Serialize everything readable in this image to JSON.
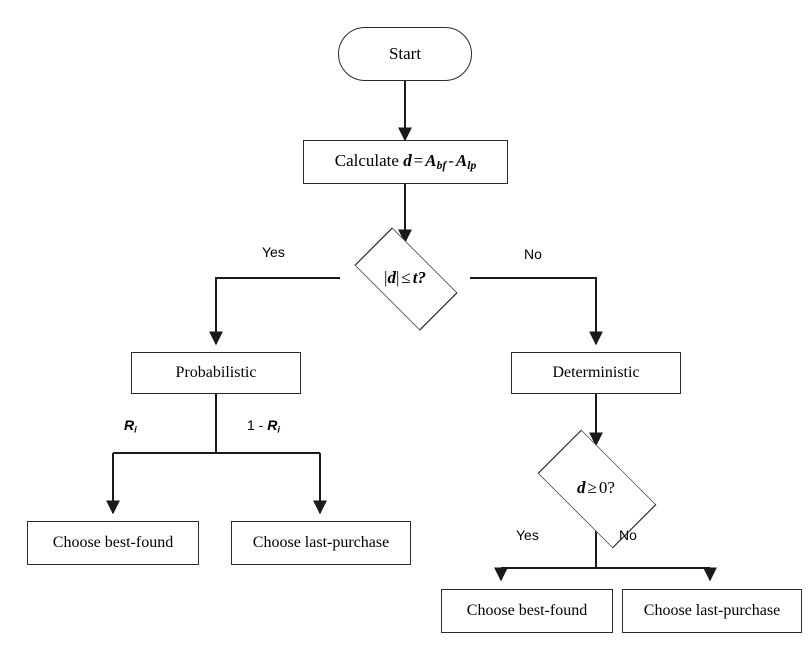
{
  "diagram": {
    "type": "flowchart",
    "title": "Best-found vs last-purchase choice rule",
    "background_color": "#ffffff",
    "stroke_color": "#2b2b2b",
    "text_color": "#000000"
  },
  "nodes": {
    "start": {
      "label": "Start",
      "shape": "terminal"
    },
    "calculate": {
      "prefix": "Calculate ",
      "var_d": "d",
      "equals": "=",
      "var_a1": "A",
      "sub_a1": "bf",
      "minus": "-",
      "var_a2": "A",
      "sub_a2": "lp",
      "plain_text": "Calculate d = Abf - Alp",
      "shape": "process"
    },
    "decision_threshold": {
      "bar_open": "|",
      "var_d": "d",
      "bar_close": "|",
      "operator": "≤",
      "var_t": "t",
      "question": "?",
      "plain_text": "|d| ≤ t?",
      "shape": "decision"
    },
    "probabilistic": {
      "label": "Probabilistic",
      "shape": "process"
    },
    "deterministic": {
      "label": "Deterministic",
      "shape": "process"
    },
    "decision_sign": {
      "var_d": "d",
      "operator": "≥",
      "value": "0",
      "question": "?",
      "plain_text": "d ≥ 0?",
      "shape": "decision"
    },
    "prob_best_found": {
      "label": "Choose best-found",
      "shape": "process"
    },
    "prob_last_purchase": {
      "label": "Choose last-purchase",
      "shape": "process"
    },
    "det_best_found": {
      "label": "Choose best-found",
      "shape": "process"
    },
    "det_last_purchase": {
      "label": "Choose last-purchase",
      "shape": "process"
    }
  },
  "edge_labels": {
    "threshold_yes": "Yes",
    "threshold_no": "No",
    "prob_ri": "R",
    "prob_ri_sub": "i",
    "prob_one_minus_prefix": "1 - ",
    "prob_one_minus_ri": "R",
    "prob_one_minus_ri_sub": "i",
    "sign_yes": "Yes",
    "sign_no": "No"
  }
}
